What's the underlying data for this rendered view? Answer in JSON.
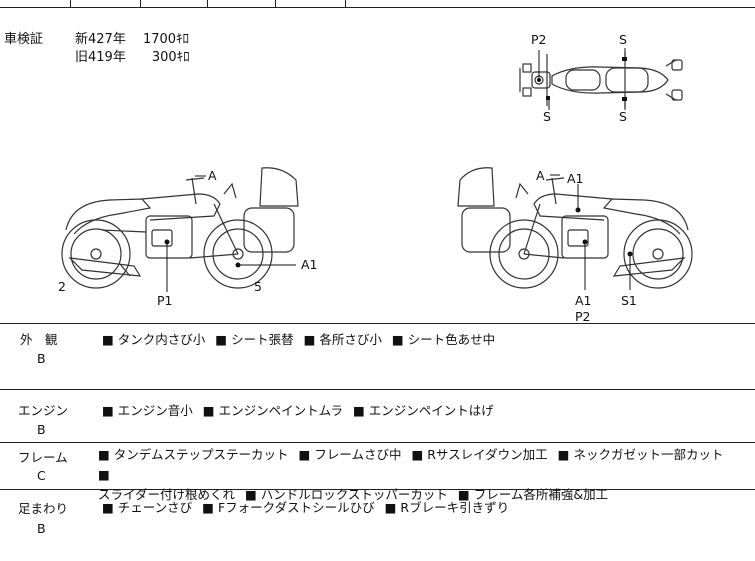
{
  "vehicle_inspection": {
    "label": "車検証",
    "lines": [
      "新427年　 1700ｷﾛ",
      "旧419年　　300ｷﾛ"
    ]
  },
  "diagram_labels": {
    "top_view": [
      "P2",
      "S",
      "S",
      "S"
    ],
    "left_view": [
      "A",
      "A1",
      "2",
      "P1",
      "5"
    ],
    "right_view": [
      "A",
      "A1",
      "A1",
      "P2",
      "S1"
    ]
  },
  "sections": [
    {
      "title": "外　観",
      "grade": "B",
      "items": [
        "■ タンク内さび小",
        "■ シート張替",
        "■ 各所さび小",
        "■ シート色あせ中"
      ]
    },
    {
      "title": "エンジン",
      "grade": "B",
      "items": [
        "■ エンジン音小",
        "■ エンジンペイントムラ",
        "■ エンジンペイントはげ"
      ]
    },
    {
      "title": "フレーム",
      "grade": "C",
      "items": [
        "■ タンデムステップステーカット",
        "■ フレームさび中",
        "■ Rサスレイダウン加工",
        "■ ネックガゼット一部カット",
        "■",
        "スライダー付け根めくれ",
        "■ ハンドルロックストッパーカット",
        "■ フレーム各所補強&加工"
      ]
    },
    {
      "title": "足まわり",
      "grade": "B",
      "items": [
        "■ チェーンさび",
        "■ Fフォークダストシールひび",
        "■ Rブレーキ引きずり"
      ]
    }
  ]
}
